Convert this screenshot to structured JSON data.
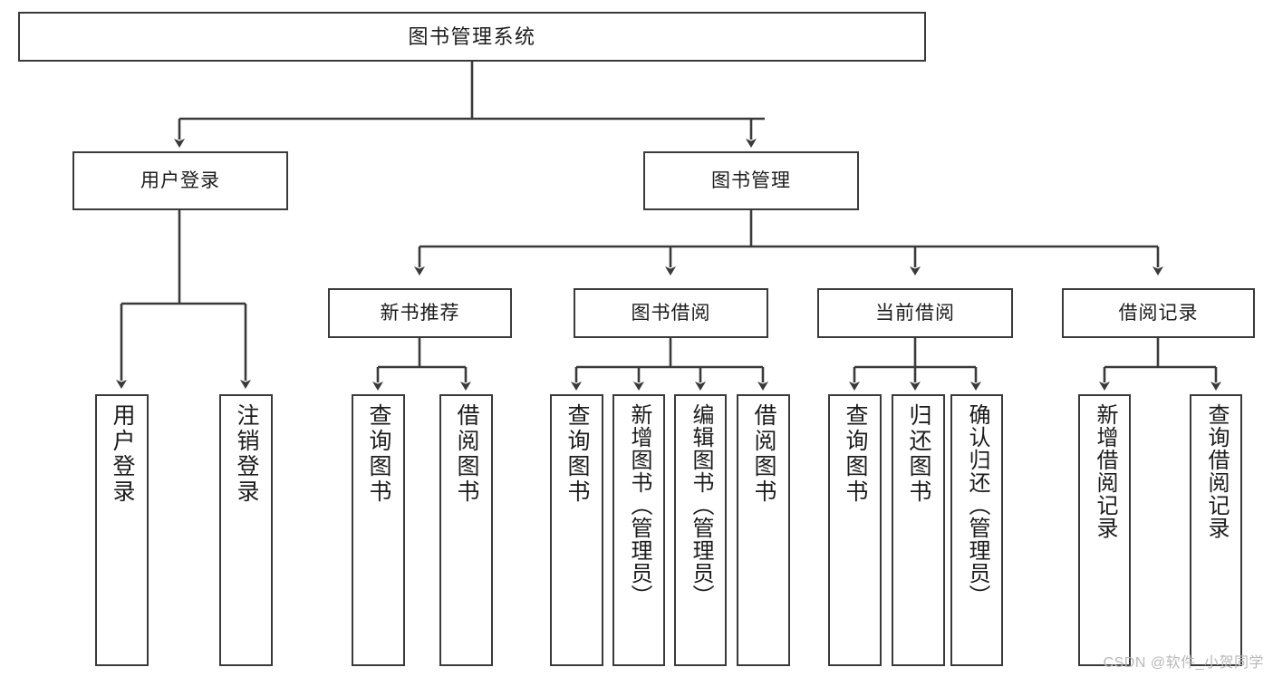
{
  "diagram": {
    "title": "图书管理系统",
    "type": "hierarchy-tree",
    "root": {
      "id": "root",
      "label": "图书管理系统"
    },
    "level2": [
      {
        "id": "user-login",
        "label": "用户登录"
      },
      {
        "id": "book-manage",
        "label": "图书管理"
      }
    ],
    "level3": [
      {
        "id": "new-book-rec",
        "label": "新书推荐"
      },
      {
        "id": "book-borrow",
        "label": "图书借阅"
      },
      {
        "id": "current-borrow",
        "label": "当前借阅"
      },
      {
        "id": "borrow-record",
        "label": "借阅记录"
      }
    ],
    "leaves": {
      "user_login": [
        {
          "id": "leaf-user-login",
          "label": "用户登录"
        },
        {
          "id": "leaf-logout",
          "label": "注销登录"
        }
      ],
      "new_book_rec": [
        {
          "id": "leaf-query-book-1",
          "label": "查询图书"
        },
        {
          "id": "leaf-borrow-book-1",
          "label": "借阅图书"
        }
      ],
      "book_borrow": [
        {
          "id": "leaf-query-book-2",
          "label": "查询图书"
        },
        {
          "id": "leaf-add-book",
          "label": "新增图书（管理员）"
        },
        {
          "id": "leaf-edit-book",
          "label": "编辑图书（管理员）"
        },
        {
          "id": "leaf-borrow-book-2",
          "label": "借阅图书"
        }
      ],
      "current_borrow": [
        {
          "id": "leaf-query-book-3",
          "label": "查询图书"
        },
        {
          "id": "leaf-return-book",
          "label": "归还图书"
        },
        {
          "id": "leaf-confirm-return",
          "label": "确认归还（管理员）"
        }
      ],
      "borrow_record": [
        {
          "id": "leaf-add-record",
          "label": "新增借阅记录"
        },
        {
          "id": "leaf-query-record",
          "label": "查询借阅记录"
        }
      ]
    }
  },
  "watermark": {
    "text": "CSDN @软件_小贺同学"
  },
  "colors": {
    "box_border": "#3a3a3a",
    "box_fill": "#ffffff",
    "connector": "#3a3a3a",
    "text": "#1c1c1c",
    "watermark": "#b9b9b9",
    "background": "#ffffff"
  }
}
